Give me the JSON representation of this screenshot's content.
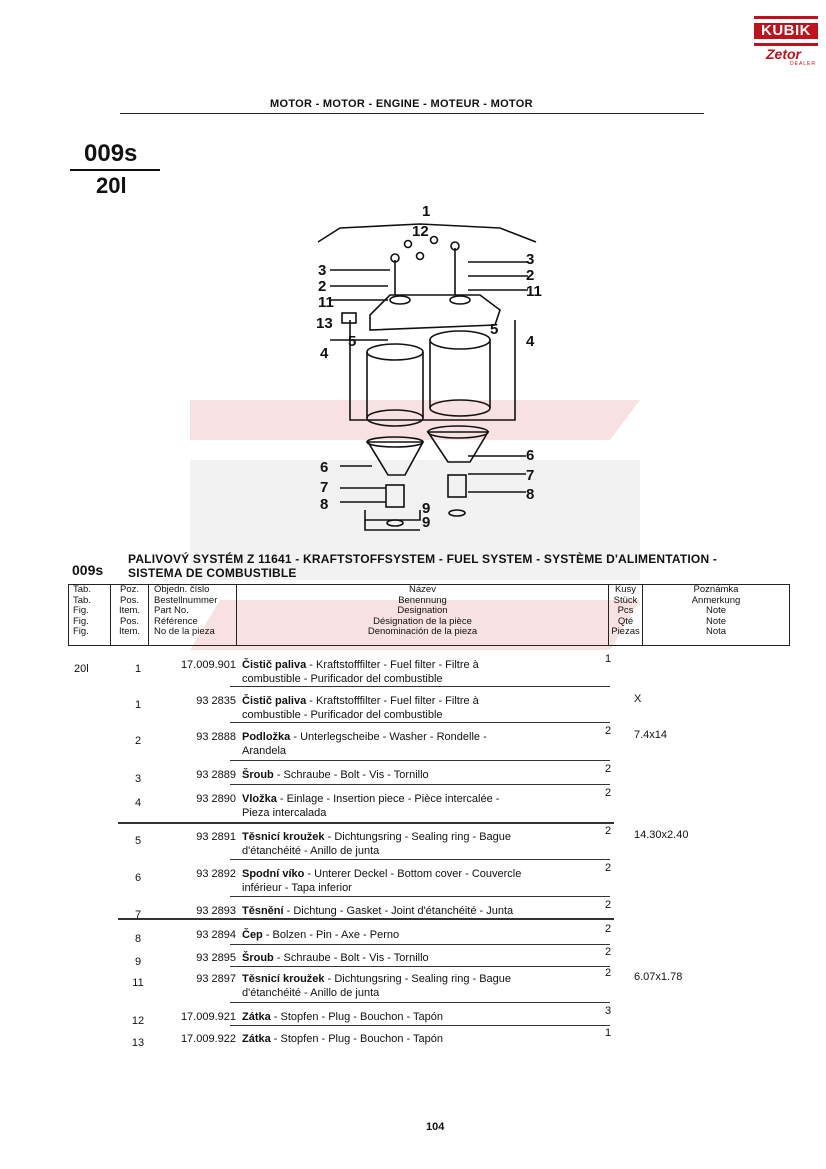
{
  "logo": {
    "brand": "KUBIK",
    "sub": "Zetor",
    "tag": "DEALER"
  },
  "header": {
    "title": "MOTOR - MOTOR - ENGINE - MOTEUR - MOTOR"
  },
  "section": {
    "code": "009s",
    "sub": "20l"
  },
  "diagram": {
    "callouts": [
      "1",
      "12",
      "3",
      "2",
      "11",
      "13",
      "5",
      "4",
      "3",
      "2",
      "11",
      "5",
      "4",
      "6",
      "7",
      "8",
      "6",
      "7",
      "8",
      "9",
      "9"
    ]
  },
  "system": {
    "code": "009s",
    "title_line1": "PALIVOVÝ SYSTÉM Z 11641 - KRAFTSTOFFSYSTEM - FUEL SYSTEM - SYSTÈME D'ALIMENTATION -",
    "title_line2": "SISTEMA DE COMBUSTIBLE"
  },
  "table_header": {
    "tab": [
      "Tab.",
      "Tab.",
      "Fig.",
      "Fig.",
      "Fig."
    ],
    "pos": [
      "Poz.",
      "Pos.",
      "Item.",
      "Pos.",
      "Item."
    ],
    "partno": [
      "Objedn. číslo",
      "Bestellnummer",
      "Part No.",
      "Référence",
      "No de la pieza"
    ],
    "name": [
      "Název",
      "Benennung",
      "Designation",
      "Désignation de la pièce",
      "Denominación de la pieza"
    ],
    "qty": [
      "Kusy",
      "Stück",
      "Pcs",
      "Qté",
      "Piezas"
    ],
    "note": [
      "Poznámka",
      "Anmerkung",
      "Note",
      "Note",
      "Nota"
    ]
  },
  "rows": [
    {
      "tab": "20l",
      "pos": "1",
      "partno": "17.009.901",
      "name_bold": "Čistič paliva",
      "name_rest": " - Kraftstofffilter - Fuel filter - Filtre à",
      "name_line2": "combustible - Purificador del combustible",
      "qty": "1",
      "note": ""
    },
    {
      "tab": "",
      "pos": "1",
      "partno": "93 2835",
      "name_bold": "Čistič paliva",
      "name_rest": " - Kraftstofffilter - Fuel filter - Filtre à",
      "name_line2": "combustible - Purificador del combustible",
      "qty": "",
      "note": "X"
    },
    {
      "tab": "",
      "pos": "2",
      "partno": "93 2888",
      "name_bold": "Podložka",
      "name_rest": " - Unterlegscheibe - Washer - Rondelle -",
      "name_line2": "Arandela",
      "qty": "2",
      "note": "7.4x14"
    },
    {
      "tab": "",
      "pos": "3",
      "partno": "93 2889",
      "name_bold": "Šroub",
      "name_rest": " - Schraube - Bolt - Vis - Tornillo",
      "name_line2": "",
      "qty": "2",
      "note": ""
    },
    {
      "tab": "",
      "pos": "4",
      "partno": "93 2890",
      "name_bold": "Vložka",
      "name_rest": " - Einlage - Insertion piece - Pièce intercalée -",
      "name_line2": "Pieza intercalada",
      "qty": "2",
      "note": ""
    },
    {
      "tab": "",
      "pos": "5",
      "partno": "93 2891",
      "name_bold": "Těsnicí kroužek",
      "name_rest": " - Dichtungsring - Sealing ring - Bague",
      "name_line2": "d'étanchéité - Anillo de junta",
      "qty": "2",
      "note": "14.30x2.40"
    },
    {
      "tab": "",
      "pos": "6",
      "partno": "93 2892",
      "name_bold": "Spodní víko",
      "name_rest": " - Unterer Deckel - Bottom cover - Couvercle",
      "name_line2": "inférieur - Tapa inferior",
      "qty": "2",
      "note": ""
    },
    {
      "tab": "",
      "pos": "7",
      "partno": "93 2893",
      "name_bold": "Těsnění",
      "name_rest": " - Dichtung - Gasket - Joint d'étanchéité - Junta",
      "name_line2": "",
      "qty": "2",
      "note": ""
    },
    {
      "tab": "",
      "pos": "8",
      "partno": "93 2894",
      "name_bold": "Čep",
      "name_rest": " - Bolzen - Pin - Axe - Perno",
      "name_line2": "",
      "qty": "2",
      "note": ""
    },
    {
      "tab": "",
      "pos": "9",
      "partno": "93 2895",
      "name_bold": "Šroub",
      "name_rest": " - Schraube - Bolt - Vis - Tornillo",
      "name_line2": "",
      "qty": "2",
      "note": ""
    },
    {
      "tab": "",
      "pos": "11",
      "partno": "93 2897",
      "name_bold": "Těsnicí kroužek",
      "name_rest": " - Dichtungsring - Sealing ring - Bague",
      "name_line2": "d'étanchéité - Anillo de junta",
      "qty": "2",
      "note": "6.07x1.78"
    },
    {
      "tab": "",
      "pos": "12",
      "partno": "17.009.921",
      "name_bold": "Zátka",
      "name_rest": " - Stopfen - Plug - Bouchon - Tapón",
      "name_line2": "",
      "qty": "3",
      "note": ""
    },
    {
      "tab": "",
      "pos": "13",
      "partno": "17.009.922",
      "name_bold": "Zátka",
      "name_rest": " - Stopfen - Plug - Bouchon - Tapón",
      "name_line2": "",
      "qty": "1",
      "note": ""
    }
  ],
  "page_number": "104"
}
